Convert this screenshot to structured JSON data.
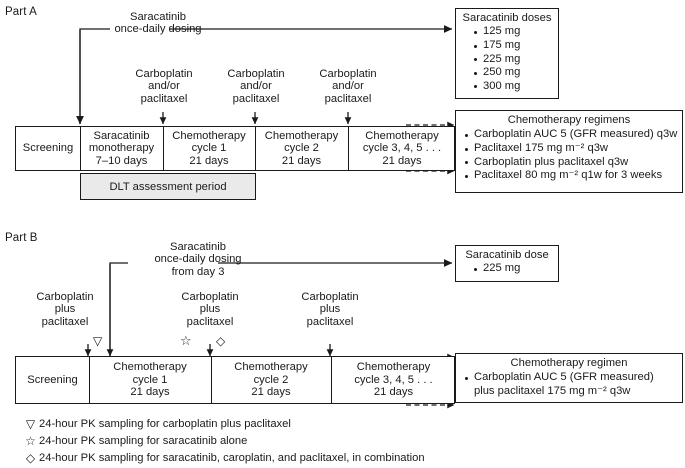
{
  "parts": {
    "a": {
      "label": "Part A",
      "sara_arrow_line1": "Saracatinib",
      "sara_arrow_line2": "once-daily dosing",
      "chemo_labels": [
        {
          "l1": "Carboplatin",
          "l2": "and/or",
          "l3": "paclitaxel"
        },
        {
          "l1": "Carboplatin",
          "l2": "and/or",
          "l3": "paclitaxel"
        },
        {
          "l1": "Carboplatin",
          "l2": "and/or",
          "l3": "paclitaxel"
        }
      ],
      "timeline": [
        {
          "l1": "Screening",
          "l2": "",
          "l3": ""
        },
        {
          "l1": "Saracatinib",
          "l2": "monotherapy",
          "l3": "7–10 days"
        },
        {
          "l1": "Chemotherapy",
          "l2": "cycle 1",
          "l3": "21 days"
        },
        {
          "l1": "Chemotherapy",
          "l2": "cycle 2",
          "l3": "21 days"
        },
        {
          "l1": "Chemotherapy",
          "l2": "cycle 3, 4, 5 . . .",
          "l3": "21 days"
        }
      ],
      "dlt_label": "DLT assessment period",
      "dose_box": {
        "title": "Saracatinib doses",
        "items": [
          "125 mg",
          "175 mg",
          "225 mg",
          "250 mg",
          "300 mg"
        ]
      },
      "regimen_box": {
        "title": "Chemotherapy regimens",
        "items": [
          "Carboplatin AUC 5 (GFR measured) q3w",
          "Paclitaxel 175 mg m⁻² q3w",
          "Carboplatin plus paclitaxel q3w",
          "Paclitaxel 80 mg m⁻² q1w for 3 weeks"
        ]
      }
    },
    "b": {
      "label": "Part B",
      "sara_arrow_line1": "Saracatinib",
      "sara_arrow_line2": "once-daily dosing",
      "sara_arrow_line3": "from day 3",
      "chemo_labels": [
        {
          "l1": "Carboplatin",
          "l2": "plus",
          "l3": "paclitaxel"
        },
        {
          "l1": "Carboplatin",
          "l2": "plus",
          "l3": "paclitaxel"
        },
        {
          "l1": "Carboplatin",
          "l2": "plus",
          "l3": "paclitaxel"
        }
      ],
      "timeline": [
        {
          "l1": "Screening",
          "l2": "",
          "l3": ""
        },
        {
          "l1": "Chemotherapy",
          "l2": "cycle 1",
          "l3": "21 days"
        },
        {
          "l1": "Chemotherapy",
          "l2": "cycle 2",
          "l3": "21 days"
        },
        {
          "l1": "Chemotherapy",
          "l2": "cycle 3, 4, 5 . . .",
          "l3": "21 days"
        }
      ],
      "dose_box": {
        "title": "Saracatinib dose",
        "items": [
          "225 mg"
        ]
      },
      "regimen_box": {
        "title": "Chemotherapy regimen",
        "item_line1": "Carboplatin AUC 5 (GFR measured)",
        "item_line2": "plus paclitaxel 175 mg m⁻² q3w"
      }
    }
  },
  "legend": [
    {
      "glyph": "▽",
      "text": "24-hour PK sampling for carboplatin plus paclitaxel"
    },
    {
      "glyph": "☆",
      "text": "24-hour PK sampling for saracatinib alone"
    },
    {
      "glyph": "◇",
      "text": "24-hour PK sampling for saracatinib, caroplatin, and paclitaxel, in combination"
    }
  ],
  "colors": {
    "ink": "#1a1a1a",
    "shade": "#eaeaea",
    "paper": "#ffffff"
  }
}
